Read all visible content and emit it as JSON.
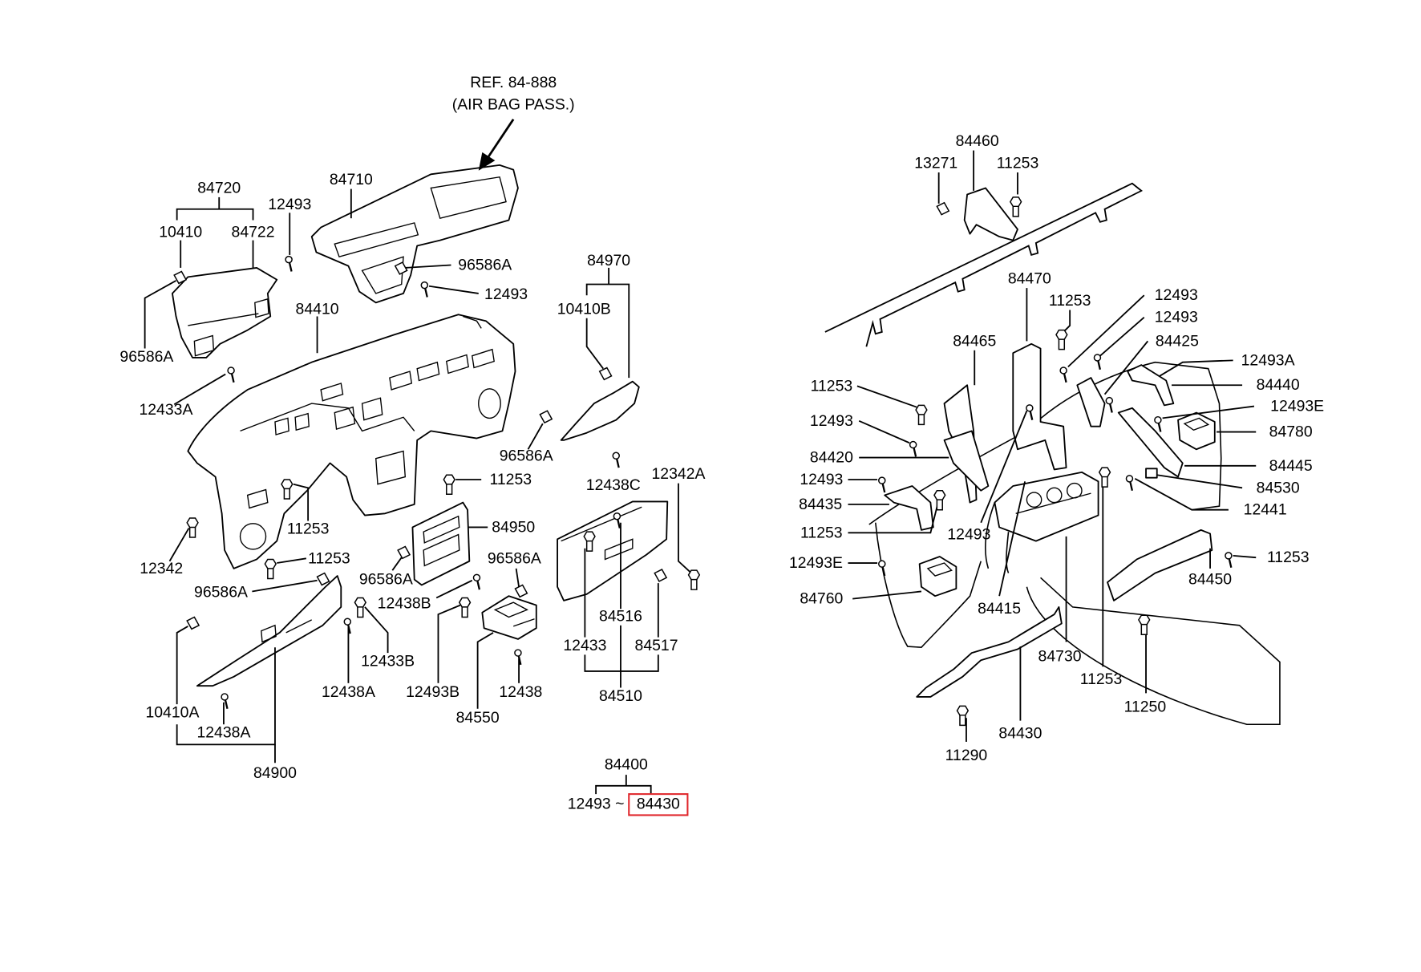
{
  "reference_note": {
    "line1": "REF. 84-888",
    "line2": "(AIR BAG PASS.)"
  },
  "left_group": {
    "part_numbers": [
      "84710",
      "84720",
      "12493",
      "10410",
      "84722",
      "96586A",
      "12493",
      "84970",
      "10410B",
      "84410",
      "96586A",
      "12433A",
      "96586A",
      "11253",
      "12438C",
      "12342A",
      "11253",
      "84950",
      "12342",
      "11253",
      "96586A",
      "96586A",
      "96586A",
      "12438B",
      "84516",
      "12433",
      "84517",
      "12433B",
      "10410A",
      "12438A",
      "12493B",
      "12438",
      "84510",
      "84550",
      "12438A",
      "84900"
    ]
  },
  "assembly": {
    "number": "84400",
    "range_start": "12493 ~",
    "range_end": "84430",
    "highlight_color": "#e0262b"
  },
  "right_group": {
    "part_numbers": [
      "84460",
      "13271",
      "11253",
      "84470",
      "11253",
      "12493",
      "12493",
      "84465",
      "84425",
      "12493A",
      "11253",
      "84440",
      "12493E",
      "12493",
      "84780",
      "84420",
      "84445",
      "12493",
      "84530",
      "84435",
      "12441",
      "12493",
      "11253",
      "11253",
      "12493E",
      "84450",
      "84760",
      "84415",
      "84730",
      "11253",
      "11250",
      "84430",
      "11290"
    ]
  }
}
